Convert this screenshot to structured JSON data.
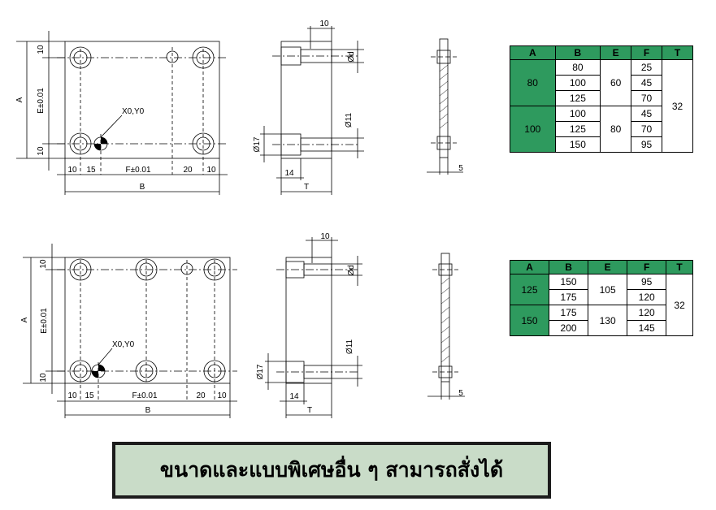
{
  "drawing_top": {
    "labels": {
      "dim_10_top": "10",
      "dim_A": "A",
      "dim_E": "E±0.01",
      "dim_10_bottom": "10",
      "origin": "X0,Y0",
      "dim_10_left": "10",
      "dim_15": "15",
      "dim_F": "F±0.01",
      "dim_20": "20",
      "dim_10_right": "10",
      "dim_B": "B",
      "side_10": "10",
      "side_d": "Ød",
      "side_11": "Ø11",
      "side_17": "Ø17",
      "side_14": "14",
      "side_T": "T",
      "thin_5": "5"
    }
  },
  "drawing_bottom": {
    "labels": {
      "dim_10_top": "10",
      "dim_A": "A",
      "dim_E": "E±0.01",
      "dim_10_bottom": "10",
      "origin": "X0,Y0",
      "dim_10_left": "10",
      "dim_15": "15",
      "dim_F": "F±0.01",
      "dim_20": "20",
      "dim_10_right": "10",
      "dim_B": "B",
      "side_10": "10",
      "side_d": "Ød",
      "side_11": "Ø11",
      "side_17": "Ø17",
      "side_14": "14",
      "side_T": "T",
      "thin_5": "5"
    }
  },
  "table1": {
    "headers": [
      "A",
      "B",
      "E",
      "F",
      "T"
    ],
    "a1": "80",
    "a2": "100",
    "b": [
      "80",
      "100",
      "125",
      "100",
      "125",
      "150"
    ],
    "e1": "60",
    "e2": "80",
    "f": [
      "25",
      "45",
      "70",
      "45",
      "70",
      "95"
    ],
    "t": "32"
  },
  "table2": {
    "headers": [
      "A",
      "B",
      "E",
      "F",
      "T"
    ],
    "a1": "125",
    "a2": "150",
    "b": [
      "150",
      "175",
      "175",
      "200"
    ],
    "e1": "105",
    "e2": "130",
    "f": [
      "95",
      "120",
      "120",
      "145"
    ],
    "t": "32"
  },
  "banner": {
    "text": "ขนาดและแบบพิเศษอื่น ๆ สามารถสั่งได้"
  },
  "colors": {
    "header_green": "#2e9a5e",
    "banner_bg": "#c9dcc8"
  }
}
